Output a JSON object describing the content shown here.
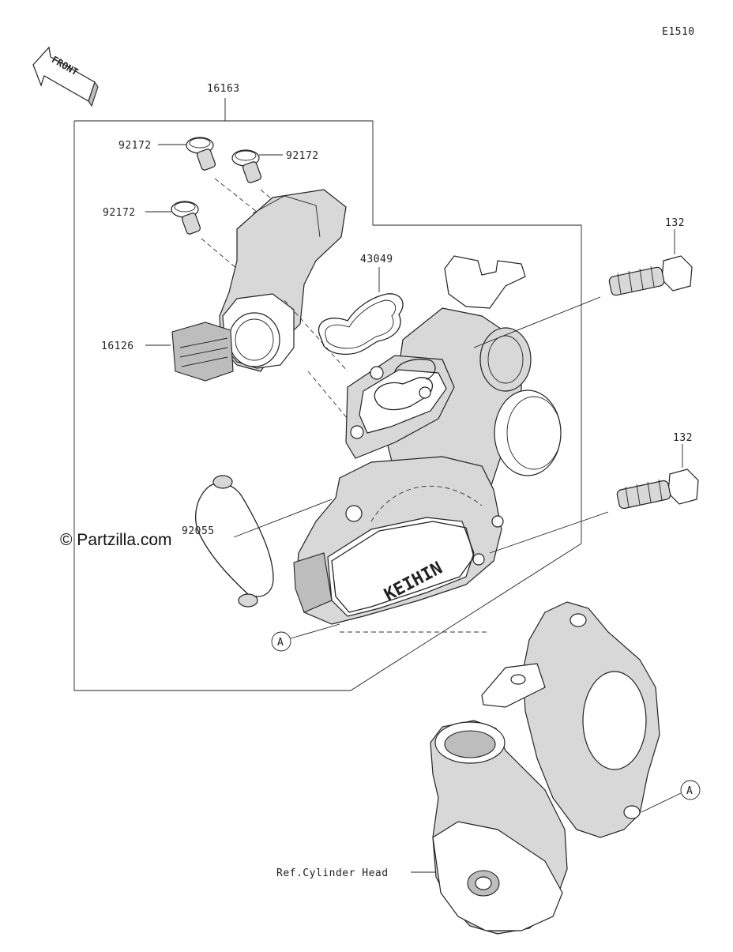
{
  "diagram": {
    "code": "E1510",
    "front_arrow_label": "FRONT",
    "watermark": "© Partzilla.com",
    "ref_label": "Ref.Cylinder Head",
    "brand_text": "KEIHIN",
    "callout_a_top": "A",
    "callout_a_bottom": "A",
    "part_numbers": {
      "assembly": "16163",
      "screw_left_top": "92172",
      "screw_right_top": "92172",
      "screw_left_mid": "92172",
      "sensor": "16126",
      "oring": "43049",
      "gasket": "92055",
      "bolt_upper": "132",
      "bolt_lower": "132"
    }
  }
}
